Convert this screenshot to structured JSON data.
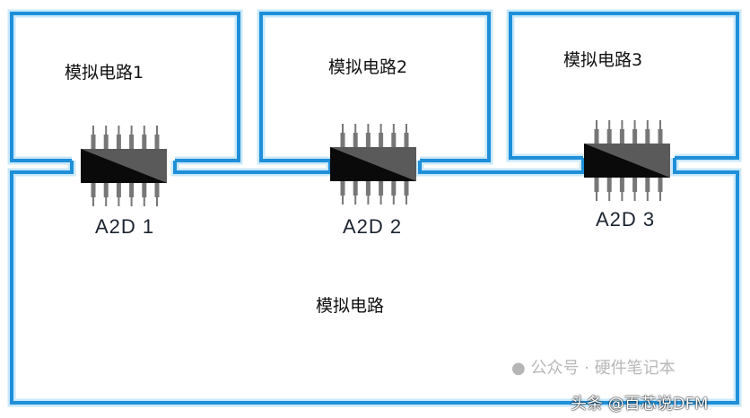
{
  "regions": [
    {
      "label": "模拟电路1"
    },
    {
      "label": "模拟电路2"
    },
    {
      "label": "模拟电路3"
    }
  ],
  "main_region": {
    "label": "模拟电路"
  },
  "chips": [
    {
      "label": "A2D 1"
    },
    {
      "label": "A2D 2"
    },
    {
      "label": "A2D 3"
    }
  ],
  "watermarks": {
    "wechat": "公众号 · 硬件笔记本",
    "toutiao": "头条 @百芯说DFM"
  },
  "colors": {
    "border": "#1e8fd8",
    "glow": "#bfe4fa",
    "chip_dark": "#0a0a0a",
    "chip_light": "#5a5a5a",
    "pin": "#777777"
  }
}
